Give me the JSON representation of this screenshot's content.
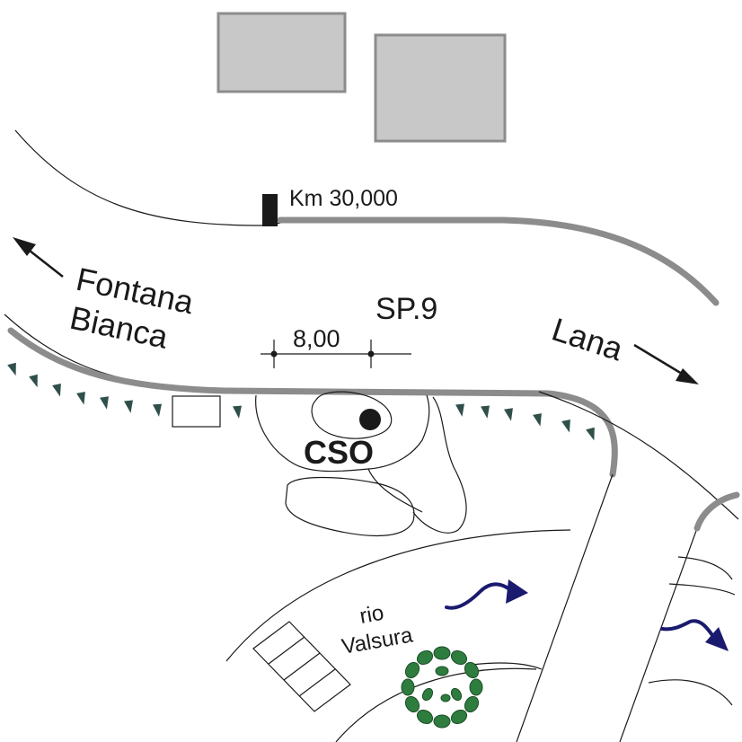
{
  "labels": {
    "km_marker": "Km 30,000",
    "road_name": "SP.9",
    "width": "8,00",
    "dest_left_line1": "Fontana",
    "dest_left_line2": "Bianca",
    "dest_right": "Lana",
    "site": "CSO",
    "stream_line1": "rio",
    "stream_line2": "Valsura"
  },
  "colors": {
    "building": "#c8c8c8",
    "guardrail": "#8c8c8c",
    "tree": "#2f4f4a",
    "flow_arrow": "#1a1a6e",
    "bush": "#2e7d3e",
    "line": "#1a1a1a"
  },
  "icons": [
    "arrow-up-left-icon",
    "arrow-down-right-icon",
    "flow-arrow-icon",
    "bush-icon",
    "tree-icon"
  ]
}
